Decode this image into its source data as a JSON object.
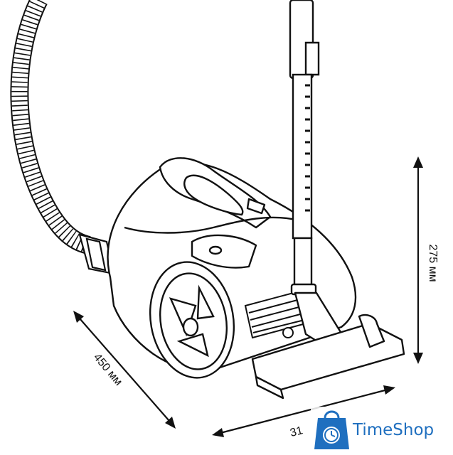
{
  "dimensions": {
    "height_label": "275 мм",
    "depth_label": "450 мм",
    "width_label_partial": "31"
  },
  "watermark": {
    "brand": "TimeShop",
    "icon": "shopping-bag-clock-icon"
  },
  "colors": {
    "line": "#111111",
    "brand": "#1f6fbf",
    "background": "#ffffff"
  }
}
